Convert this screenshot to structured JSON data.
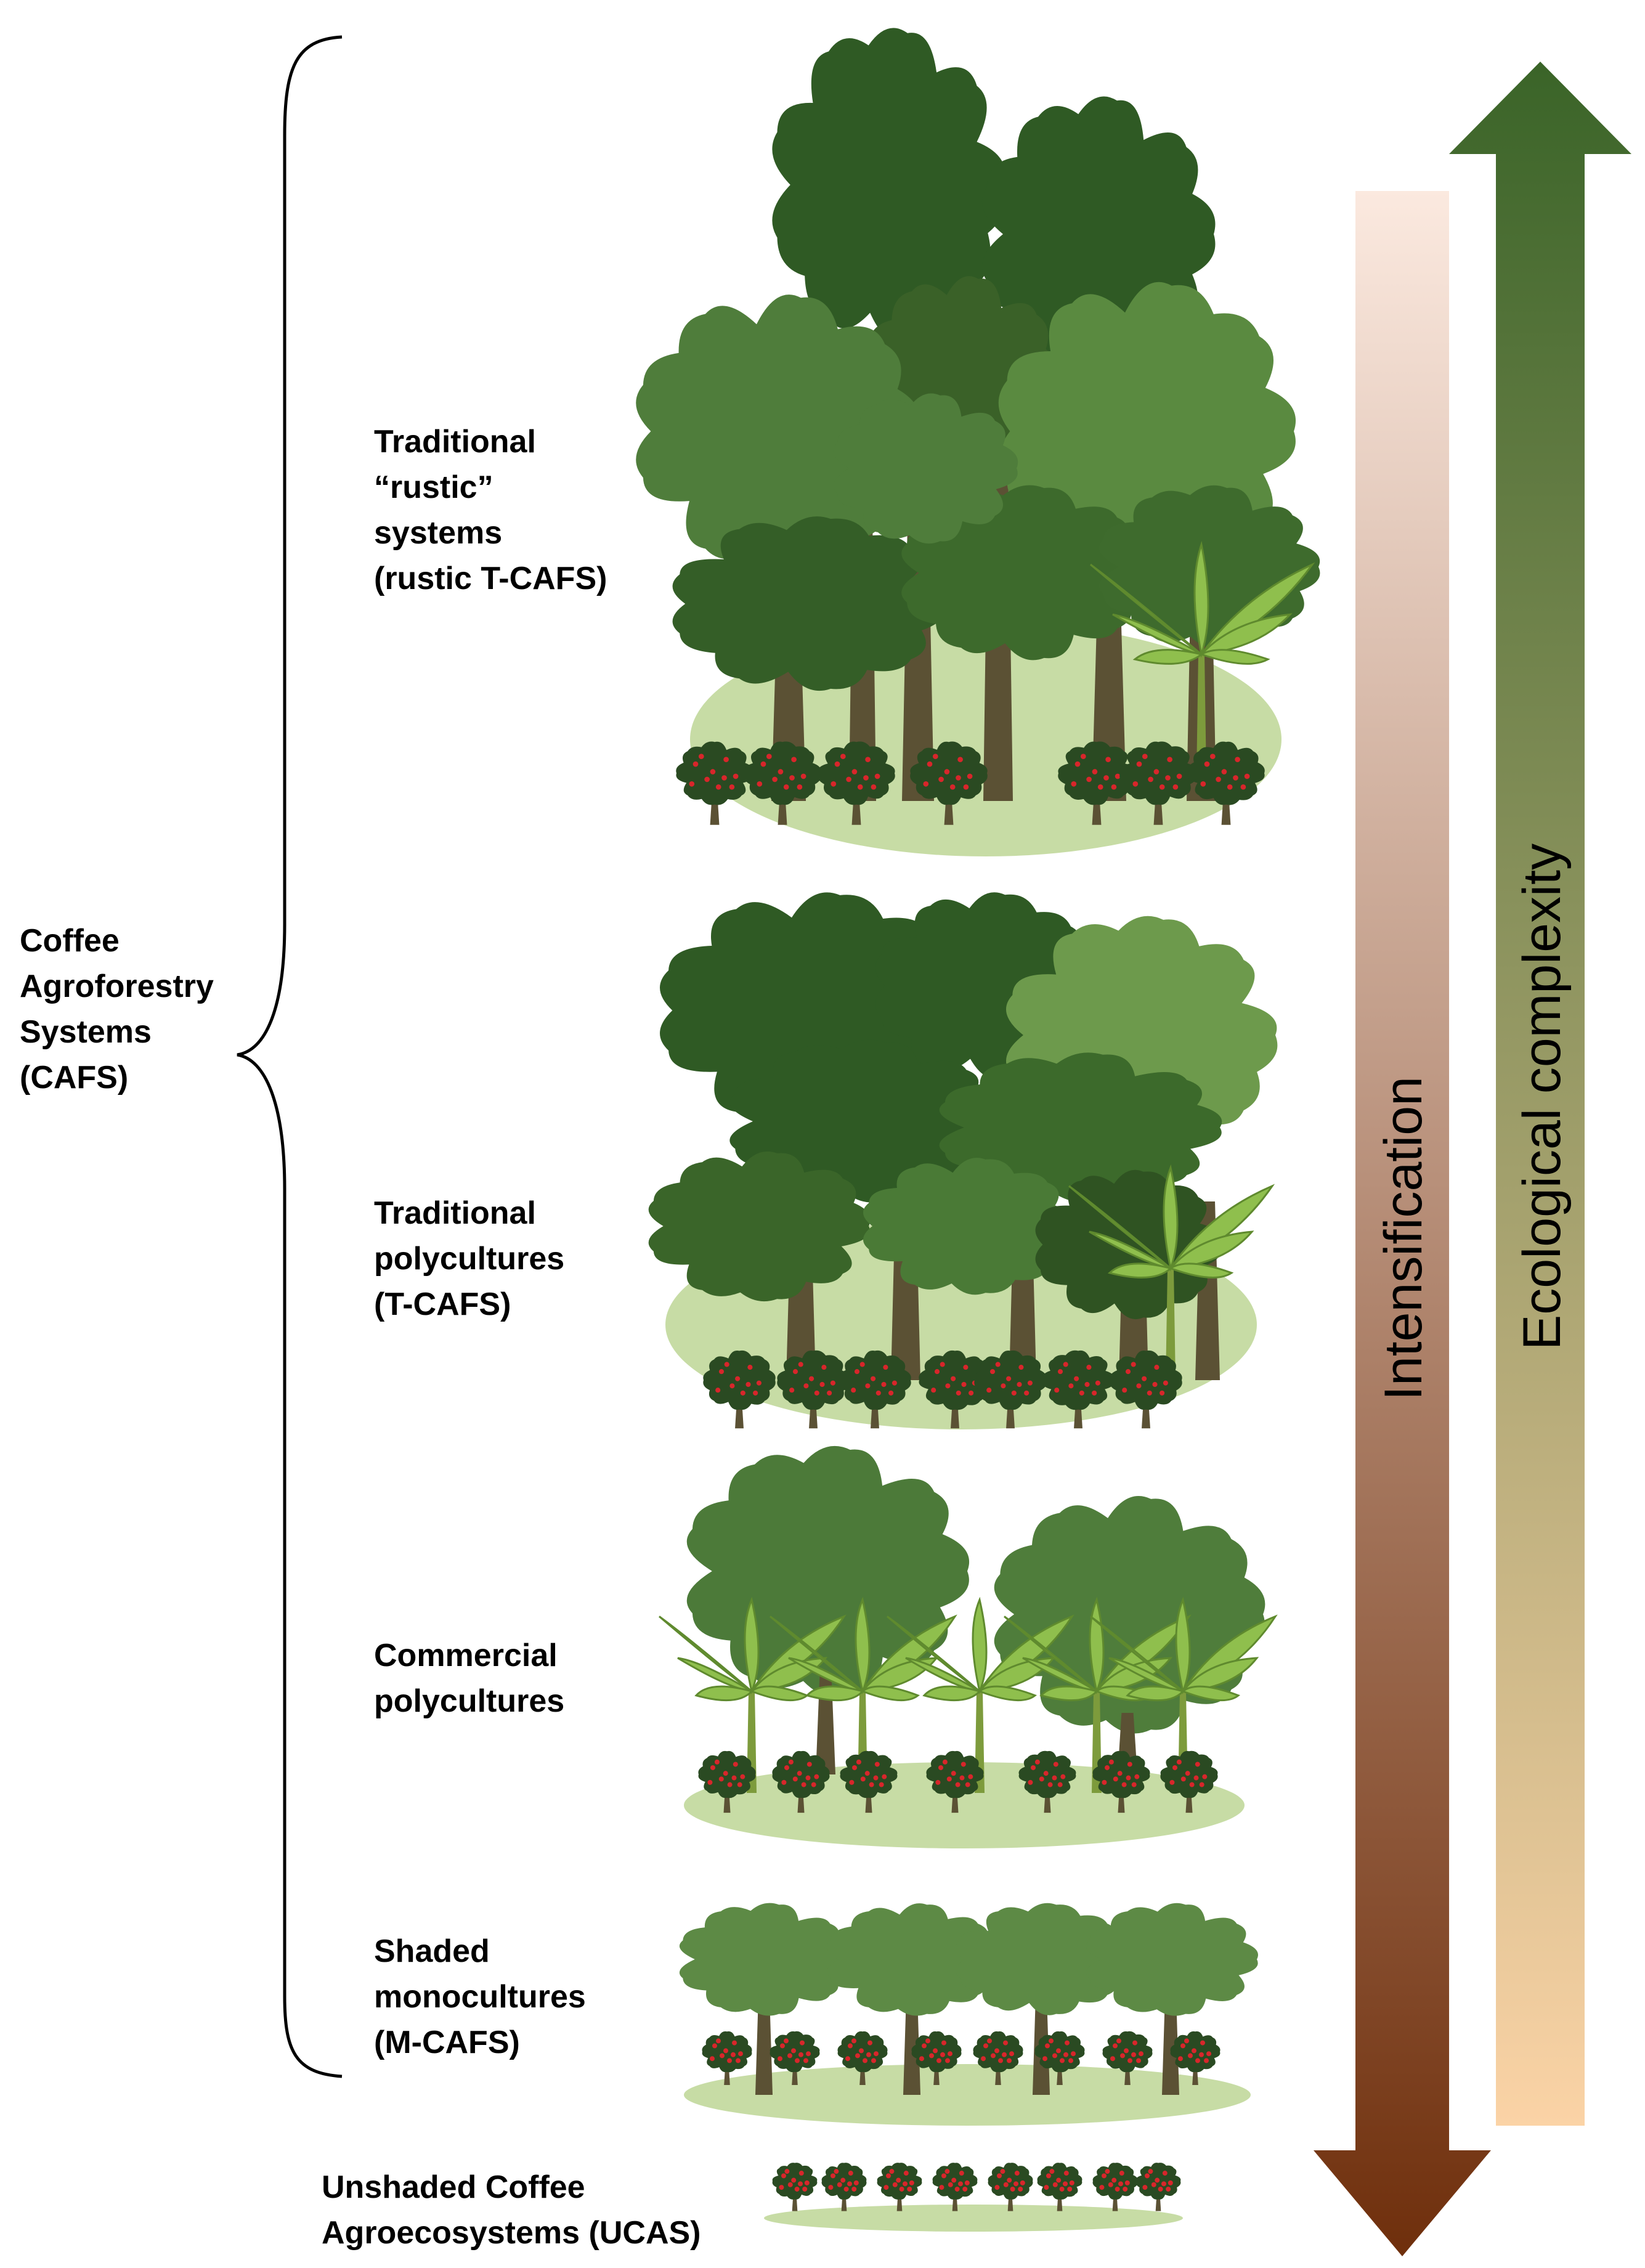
{
  "group": {
    "lines": [
      "Coffee",
      "Agroforestry",
      "Systems",
      "(CAFS)"
    ]
  },
  "systems": [
    {
      "id": "rustic",
      "lines": [
        "Traditional",
        "“rustic”",
        "systems",
        "(rustic T-CAFS)"
      ]
    },
    {
      "id": "tcafs",
      "lines": [
        "Traditional",
        "polycultures",
        "(T-CAFS)"
      ]
    },
    {
      "id": "commercial",
      "lines": [
        "Commercial",
        "polycultures"
      ]
    },
    {
      "id": "mcafs",
      "lines": [
        "Shaded",
        "monocultures",
        "(M-CAFS)"
      ]
    },
    {
      "id": "ucas",
      "lines": [
        "Unshaded Coffee",
        "Agroecosystems (UCAS)"
      ]
    }
  ],
  "arrows": {
    "intensification": {
      "label": "Intensification",
      "colors": [
        "#fbe9df",
        "#6f2f0c"
      ]
    },
    "ecological": {
      "label": "Ecological complexity",
      "colors": [
        "#3a6428",
        "#fbd3a6"
      ]
    }
  },
  "colors": {
    "canopy_dark": "#2f5a24",
    "canopy_mid": "#4f7d3b",
    "canopy_light": "#7ea85a",
    "understory": "#b9d38e",
    "trunk": "#5b5134",
    "coffee_shrub": "#2a4a22",
    "coffee_cherry": "#d8262b",
    "banana": "#8fbf4d"
  }
}
